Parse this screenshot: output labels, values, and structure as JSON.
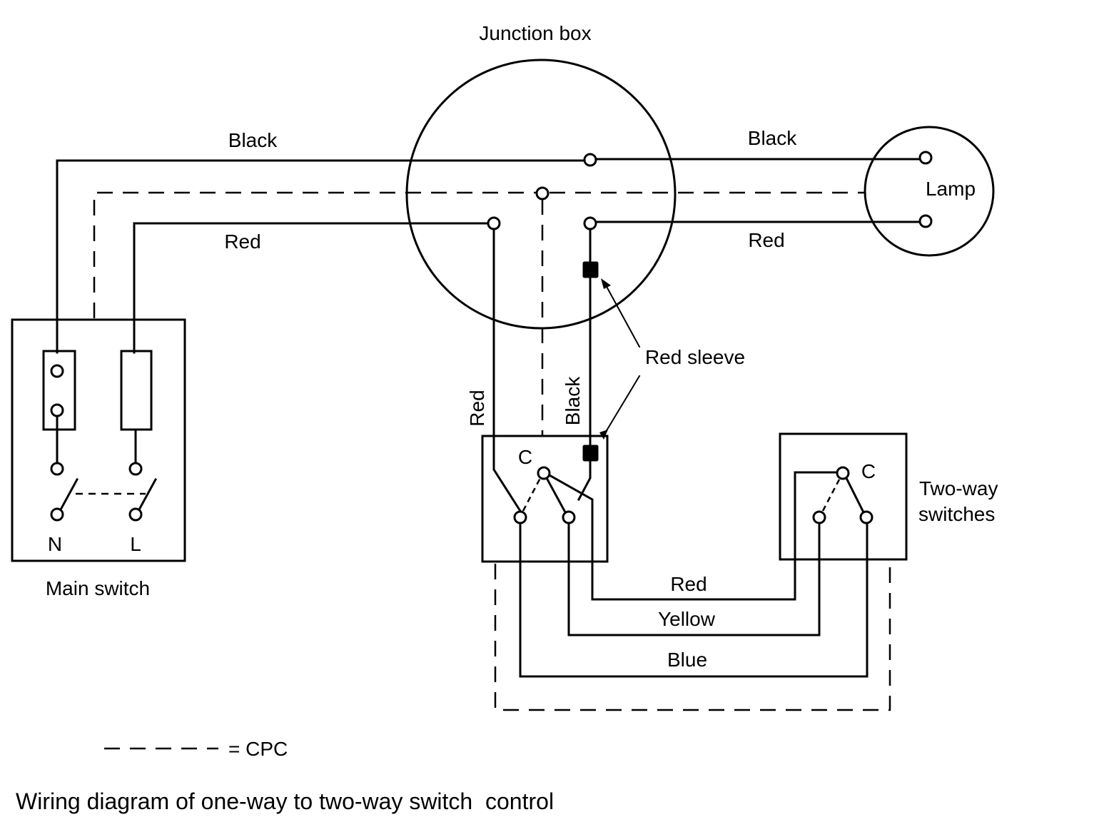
{
  "caption": "Wiring diagram of one-way to two-way switch  control",
  "legend": {
    "symbol": "- - - - - -",
    "text": "= CPC"
  },
  "junction_box": {
    "title": "Junction box"
  },
  "lamp": {
    "label": "Lamp"
  },
  "main_switch": {
    "label": "Main switch",
    "neutral": "N",
    "live": "L"
  },
  "two_way_switches": {
    "label_line1": "Two-way",
    "label_line2": "switches",
    "common": "C"
  },
  "wires": {
    "main_black": "Black",
    "main_red": "Red",
    "lamp_black": "Black",
    "lamp_red": "Red",
    "drop_red": "Red",
    "drop_black": "Black",
    "strap_red": "Red",
    "strap_yellow": "Yellow",
    "strap_blue": "Blue"
  },
  "annotation": {
    "red_sleeve": "Red sleeve"
  }
}
